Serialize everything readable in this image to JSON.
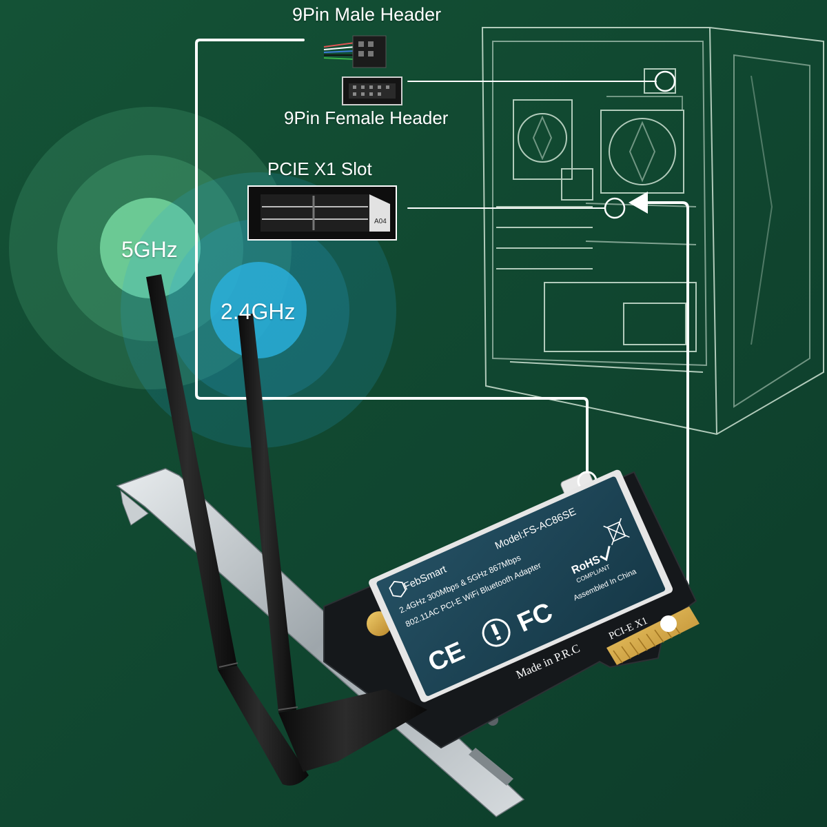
{
  "labels": {
    "male_header": "9Pin Male  Header",
    "female_header": "9Pin Female Header",
    "pcie_slot": "PCIE X1 Slot",
    "band_5ghz": "5GHz",
    "band_24ghz": "2.4GHz"
  },
  "pcie_slot_marking": "A04",
  "card": {
    "brand": "FebSmart",
    "model": "Model:FS-AC86SE",
    "spec_line1": "2.4GHz 300Mbps & 5GHz 867Mbps",
    "spec_line2": "802.11AC PCI-E WiFi Bluetooth Adapter",
    "rohs": "RoHS",
    "rohs_sub": "COMPLIANT",
    "assembled": "Assembled In China",
    "ce": "CE",
    "fc": "FC",
    "made_in": "Made in P.R.C",
    "connector": "PCI-E X1"
  },
  "colors": {
    "background": "#104530",
    "ring_5ghz": "#6fdca0",
    "ring_24ghz": "#27a6d6",
    "line": "#ffffff",
    "label_panel": "#1c4658",
    "pcb": "#15181b"
  },
  "icons": [
    "shield-logo-icon",
    "exclamation-icon",
    "recycle-bin-icon",
    "check-icon",
    "arrow-left-icon"
  ]
}
